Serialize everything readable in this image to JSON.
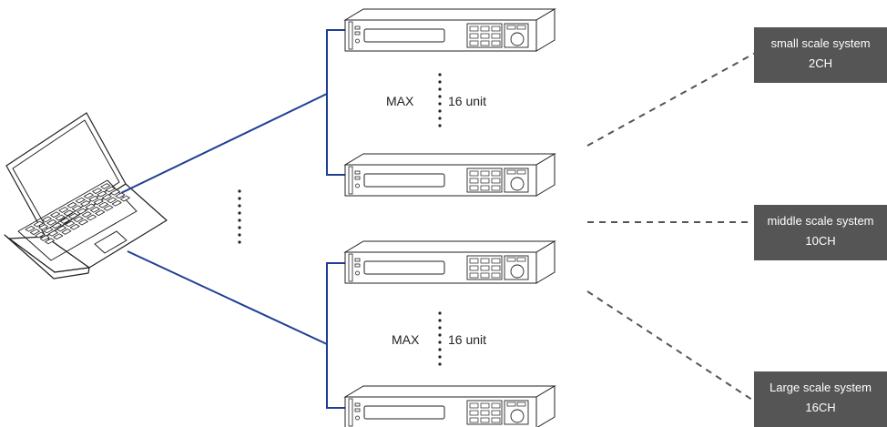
{
  "groups": [
    {
      "max_label": "MAX",
      "unit_label": "16 unit"
    },
    {
      "max_label": "MAX",
      "unit_label": "16 unit"
    }
  ],
  "systems": [
    {
      "name": "small scale system",
      "channels": "2CH"
    },
    {
      "name": "middle scale system",
      "channels": "10CH"
    },
    {
      "name": "Large scale system",
      "channels": "16CH"
    }
  ],
  "colors": {
    "connection_line": "#1f3f93",
    "system_box": "#555555",
    "system_text": "#ffffff",
    "device_stroke": "#222222"
  },
  "icons": [
    "laptop-icon",
    "rack-instrument-icon"
  ]
}
